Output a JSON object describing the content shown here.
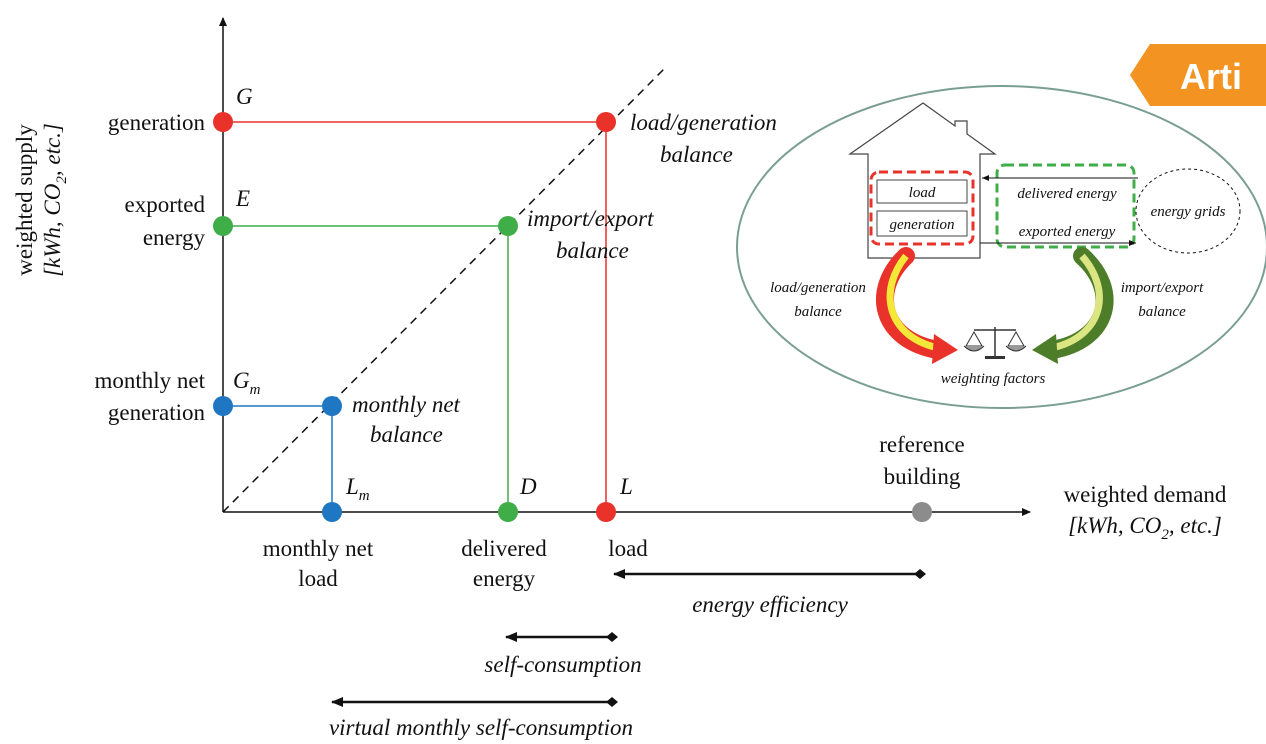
{
  "y_axis": {
    "line1": "weighted supply",
    "line2_pre": "[kWh, CO",
    "line2_sub": "2",
    "line2_post": ", etc.]"
  },
  "x_axis": {
    "line1": "weighted demand",
    "line2_pre": "[kWh, CO",
    "line2_sub": "2",
    "line2_post": ", etc.]"
  },
  "y_labels": {
    "generation": "generation",
    "exported_1": "exported",
    "exported_2": "energy",
    "monthly_1": "monthly net",
    "monthly_2": "generation"
  },
  "x_labels": {
    "monthly_1": "monthly net",
    "monthly_2": "load",
    "delivered_1": "delivered",
    "delivered_2": "energy",
    "load": "load",
    "reference_1": "reference",
    "reference_2": "building"
  },
  "point_letters": {
    "G": "G",
    "E": "E",
    "Gm_base": "G",
    "Gm_sub": "m",
    "Lm_base": "L",
    "Lm_sub": "m",
    "D": "D",
    "L": "L"
  },
  "balances": {
    "lg_1": "load/generation",
    "lg_2": "balance",
    "ie_1": "import/export",
    "ie_2": "balance",
    "mn_1": "monthly net",
    "mn_2": "balance"
  },
  "ranges": {
    "energy_efficiency": "energy efficiency",
    "self_consumption": "self-consumption",
    "virtual": "virtual monthly self-consumption"
  },
  "inset": {
    "load": "load",
    "generation": "generation",
    "delivered": "delivered energy",
    "exported": "exported energy",
    "grids": "energy grids",
    "lg_1": "load/generation",
    "lg_2": "balance",
    "ie_1": "import/export",
    "ie_2": "balance",
    "weighting": "weighting factors"
  },
  "banner": "Arti",
  "colors": {
    "generation": "#e8322a",
    "import_export": "#3fae49",
    "monthly": "#1f77c4",
    "reference": "#8c8c8c",
    "banner": "#f39322",
    "inset_border": "#7a9e94"
  }
}
